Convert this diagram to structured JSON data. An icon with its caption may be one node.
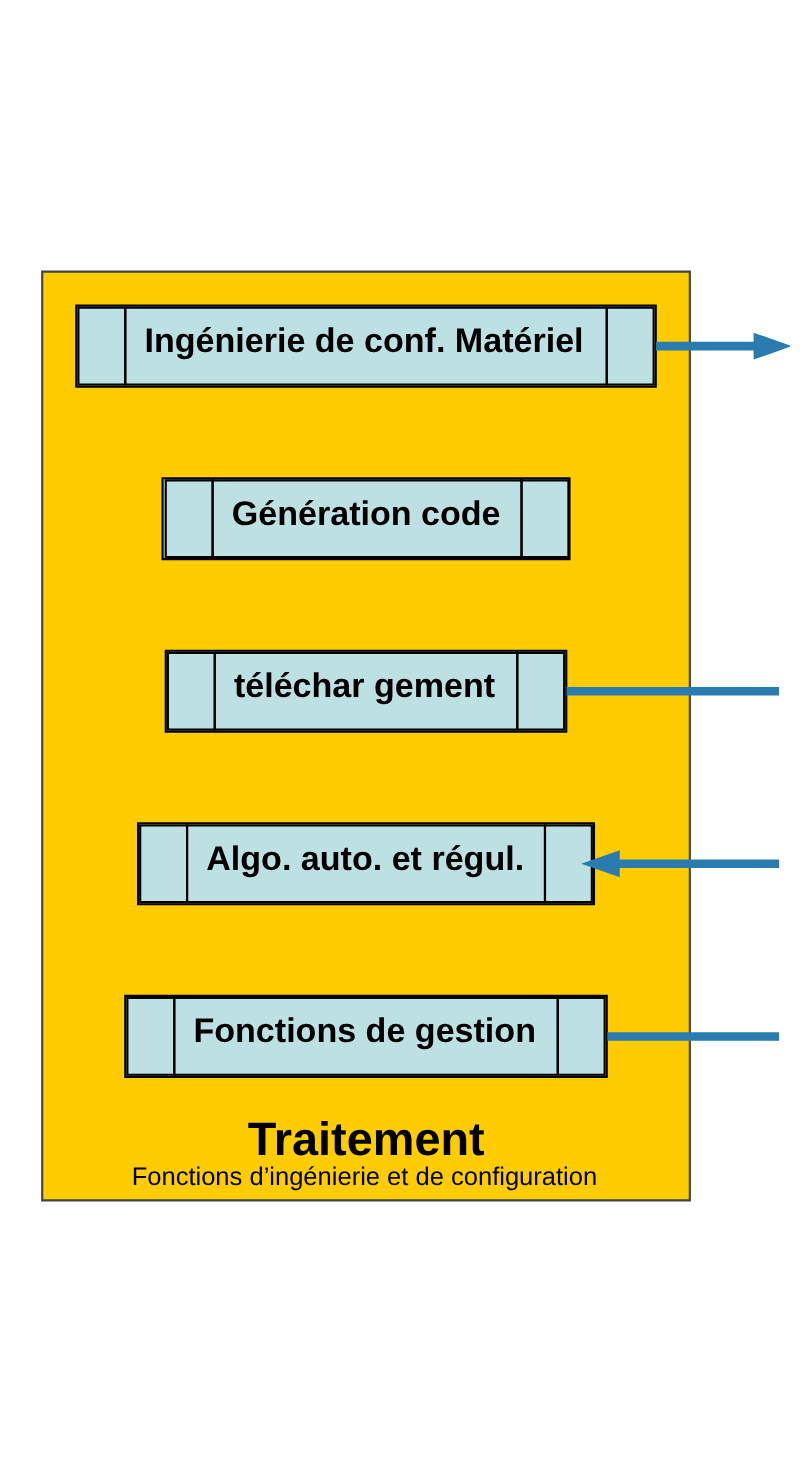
{
  "diagram": {
    "nodes": [
      {
        "text": [
          "Traitement",
          "Fonctions d’ingénierie et de configuration"
        ]
      },
      {
        "text": [
          "Ingénierie de conf. Matériel"
        ],
        "in": 0
      },
      {
        "text": [
          "Génération code"
        ],
        "in": 0
      },
      {
        "text": [
          "téléchar gement"
        ],
        "in": 0
      },
      {
        "text": [
          "Algo. auto. et régul."
        ],
        "in": 0
      },
      {
        "text": [
          "Fonctions de gestion"
        ],
        "in": 0
      }
    ],
    "edges": [
      {
        "from": 1,
        "to": null,
        "arrow": "to"
      },
      {
        "from": null,
        "to": 3,
        "arrow": "none"
      },
      {
        "from": null,
        "to": 4,
        "arrow": "to"
      },
      {
        "from": 5,
        "to": null,
        "arrow": "none"
      }
    ]
  }
}
